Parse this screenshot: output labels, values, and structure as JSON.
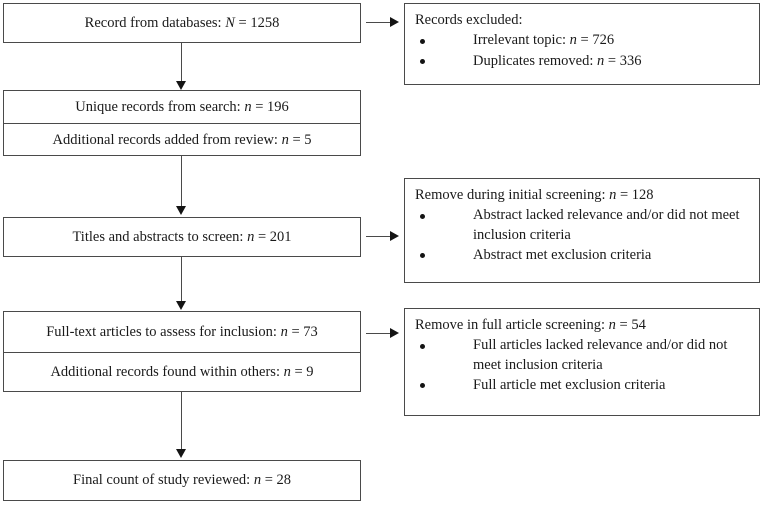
{
  "diagram": {
    "type": "prisma-flow-diagram",
    "left_boxes": [
      {
        "id": "records-identified",
        "rows": [
          {
            "label": "Record from databases: ",
            "var": "N",
            "eq": " = ",
            "value": "1258"
          }
        ]
      },
      {
        "id": "unique-records",
        "rows": [
          {
            "label": "Unique records from search: ",
            "var": "n",
            "eq": " = ",
            "value": "196"
          },
          {
            "label": "Additional records added from review: ",
            "var": "n",
            "eq": " = ",
            "value": "5"
          }
        ]
      },
      {
        "id": "titles-abstracts-screened",
        "rows": [
          {
            "label": "Titles and abstracts to screen: ",
            "var": "n",
            "eq": " = ",
            "value": "201"
          }
        ]
      },
      {
        "id": "full-text-assessed",
        "rows": [
          {
            "label": "Full-text articles to assess for inclusion: ",
            "var": "n",
            "eq": " = ",
            "value": "73"
          },
          {
            "label": "Additional records found within others: ",
            "var": "n",
            "eq": " = ",
            "value": "9"
          }
        ]
      },
      {
        "id": "final-count",
        "rows": [
          {
            "label": "Final count of study reviewed: ",
            "var": "n",
            "eq": " = ",
            "value": "28"
          }
        ]
      }
    ],
    "right_boxes": [
      {
        "id": "records-excluded",
        "heading": "Records excluded:",
        "bullets": [
          {
            "label": "Irrelevant topic: ",
            "var": "n",
            "eq": " = ",
            "value": "726"
          },
          {
            "label": "Duplicates removed: ",
            "var": "n",
            "eq": " = ",
            "value": "336"
          }
        ]
      },
      {
        "id": "removed-initial-screening",
        "heading_label": "Remove during initial screening: ",
        "heading_var": "n",
        "heading_eq": " = ",
        "heading_value": "128",
        "bullets": [
          {
            "text": "Abstract lacked relevance and/or did not meet inclusion criteria"
          },
          {
            "text": "Abstract met exclusion criteria"
          }
        ]
      },
      {
        "id": "removed-full-article-screening",
        "heading_label": "Remove in full article screening: ",
        "heading_var": "n",
        "heading_eq": " = ",
        "heading_value": "54",
        "bullets": [
          {
            "text": "Full articles lacked relevance and/or did not meet inclusion criteria"
          },
          {
            "text": "Full article met exclusion criteria"
          }
        ]
      }
    ],
    "colors": {
      "border": "#4a4a4a",
      "text": "#1a1a1a",
      "arrow": "#141414",
      "background": "#ffffff"
    }
  }
}
